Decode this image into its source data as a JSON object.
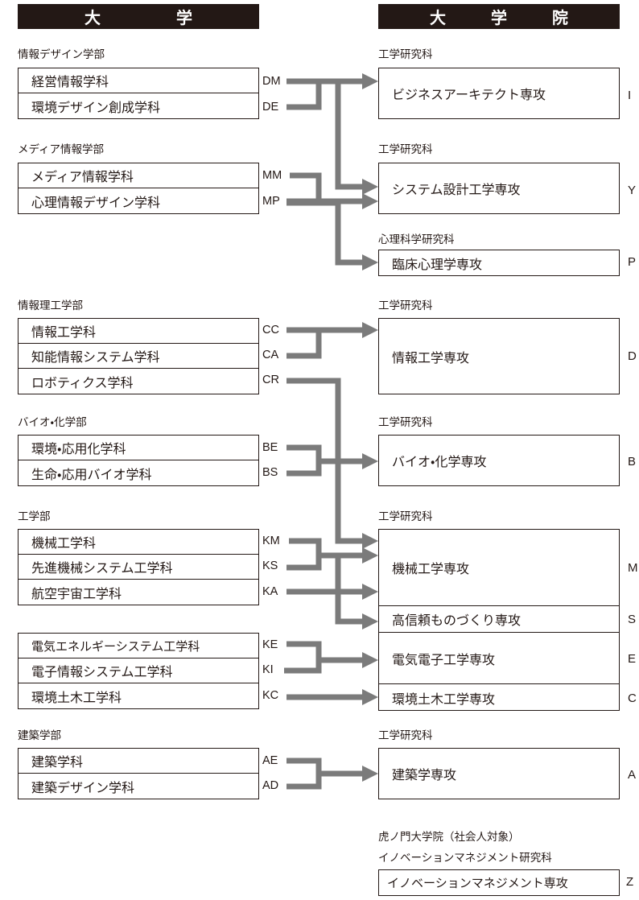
{
  "headers": {
    "university": "大　　学",
    "graduate": "大　学　院"
  },
  "university": {
    "faculties": [
      {
        "caption": "情報デザイン学部",
        "departments": [
          {
            "name": "経営情報学科",
            "code": "DM"
          },
          {
            "name": "環境デザイン創成学科",
            "code": "DE"
          }
        ]
      },
      {
        "caption": "メディア情報学部",
        "departments": [
          {
            "name": "メディア情報学科",
            "code": "MM"
          },
          {
            "name": "心理情報デザイン学科",
            "code": "MP"
          }
        ]
      },
      {
        "caption": "情報理工学部",
        "departments": [
          {
            "name": "情報工学科",
            "code": "CC"
          },
          {
            "name": "知能情報システム学科",
            "code": "CA"
          },
          {
            "name": "ロボティクス学科",
            "code": "CR"
          }
        ]
      },
      {
        "caption": "バイオ・化学部",
        "departments": [
          {
            "name": "環境・応用化学科",
            "code": "BE"
          },
          {
            "name": "生命・応用バイオ学科",
            "code": "BS"
          }
        ]
      },
      {
        "caption": "工学部",
        "departments": [
          {
            "name": "機械工学科",
            "code": "KM"
          },
          {
            "name": "先進機械システム工学科",
            "code": "KS"
          },
          {
            "name": "航空宇宙工学科",
            "code": "KA"
          },
          {
            "name": "電気エネルギーシステム工学科",
            "code": "KE"
          },
          {
            "name": "電子情報システム工学科",
            "code": "KI"
          },
          {
            "name": "環境土木工学科",
            "code": "KC"
          }
        ]
      },
      {
        "caption": "建築学部",
        "departments": [
          {
            "name": "建築学科",
            "code": "AE"
          },
          {
            "name": "建築デザイン学科",
            "code": "AD"
          }
        ]
      }
    ]
  },
  "graduate": {
    "divisions": [
      {
        "caption": "工学研究科",
        "programs": [
          {
            "name": "ビジネスアーキテクト専攻",
            "code": "I"
          }
        ]
      },
      {
        "caption": "工学研究科",
        "programs": [
          {
            "name": "システム設計工学専攻",
            "code": "Y"
          }
        ]
      },
      {
        "caption": "心理科学研究科",
        "programs": [
          {
            "name": "臨床心理学専攻",
            "code": "P"
          }
        ]
      },
      {
        "caption": "工学研究科",
        "programs": [
          {
            "name": "情報工学専攻",
            "code": "D"
          }
        ]
      },
      {
        "caption": "工学研究科",
        "programs": [
          {
            "name": "バイオ・化学専攻",
            "code": "B"
          }
        ]
      },
      {
        "caption": "工学研究科",
        "programs": [
          {
            "name": "機械工学専攻",
            "code": "M"
          },
          {
            "name": "高信頼ものづくり専攻",
            "code": "S"
          },
          {
            "name": "電気電子工学専攻",
            "code": "E"
          },
          {
            "name": "環境土木工学専攻",
            "code": "C"
          }
        ]
      },
      {
        "caption": "工学研究科",
        "programs": [
          {
            "name": "建築学専攻",
            "code": "A"
          }
        ]
      },
      {
        "caption": "虎ノ門大学院（社会人対象）",
        "subcaption": "イノベーションマネジメント研究科",
        "programs": [
          {
            "name": "イノベーションマネジメント専攻",
            "code": "Z"
          }
        ]
      }
    ]
  },
  "colors": {
    "header_bg": "#231815",
    "header_text": "#ffffff",
    "line": "#231815",
    "connector": "#7b7b7b",
    "background": "#ffffff"
  }
}
